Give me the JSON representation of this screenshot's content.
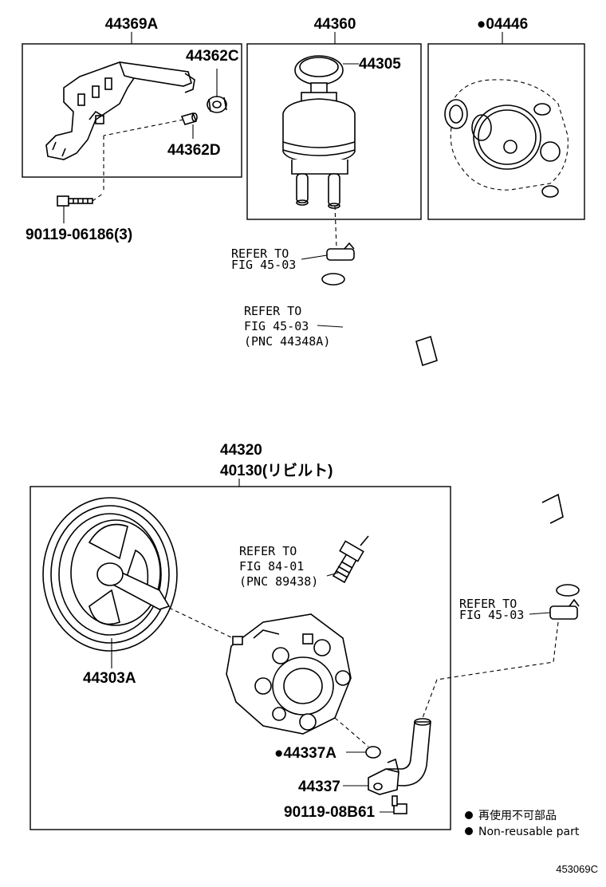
{
  "parts": {
    "bracket": "44369A",
    "reservoir_assy": "44360",
    "gasket_kit": "●04446",
    "cushion": "44362C",
    "cap": "44305",
    "collar": "44362D",
    "bolt_bracket": "90119-06186(3)",
    "pump_assy": "44320",
    "pump_rebuilt": "40130(リビルト)",
    "pulley": "44303A",
    "o_ring": "●44337A",
    "union": "44337",
    "bolt_union": "90119-08B61"
  },
  "refs": {
    "clamp_top_1": "REFER TO",
    "clamp_top_2": "FIG 45-03",
    "hose_1": "REFER TO",
    "hose_2": "FIG 45-03",
    "hose_3": "(PNC 44348A)",
    "switch_1": "REFER TO",
    "switch_2": "FIG 84-01",
    "switch_3": "(PNC 89438)",
    "clamp_low_1": "REFER TO",
    "clamp_low_2": "FIG 45-03"
  },
  "legend": {
    "jp": "再使用不可部品",
    "en": "Non-reusable part"
  },
  "figure_id": "453069C"
}
